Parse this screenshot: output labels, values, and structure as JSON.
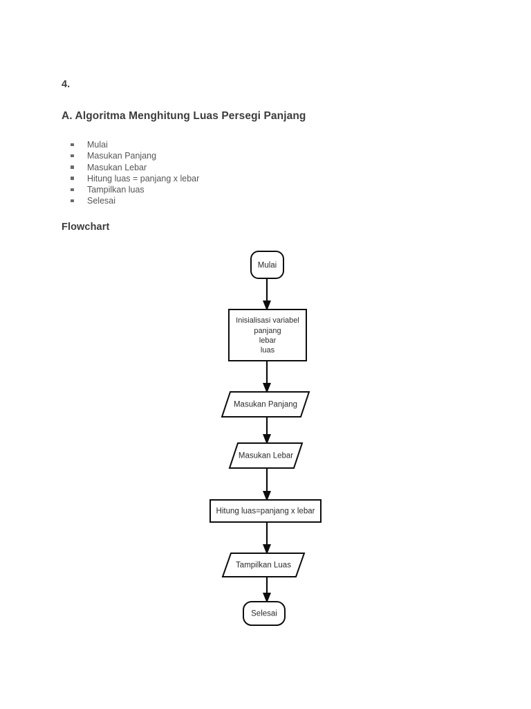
{
  "document": {
    "number": "4.",
    "section_title": "A. Algoritma Menghitung Luas Persegi Panjang",
    "algorithm_steps": [
      "Mulai",
      "Masukan Panjang",
      "Masukan Lebar",
      "Hitung luas = panjang x lebar",
      "Tampilkan luas",
      "Selesai"
    ],
    "flowchart_heading": "Flowchart"
  },
  "flowchart": {
    "nodes": [
      {
        "id": "start",
        "type": "terminator",
        "label": "Mulai"
      },
      {
        "id": "init",
        "type": "process",
        "label_lines": [
          "Inisialisasi variabel",
          "panjang",
          "lebar",
          "luas"
        ]
      },
      {
        "id": "input1",
        "type": "input",
        "label": "Masukan Panjang"
      },
      {
        "id": "input2",
        "type": "input",
        "label": "Masukan Lebar"
      },
      {
        "id": "compute",
        "type": "process",
        "label": "Hitung luas=panjang x lebar"
      },
      {
        "id": "output",
        "type": "output",
        "label": "Tampilkan Luas"
      },
      {
        "id": "end",
        "type": "terminator",
        "label": "Selesai"
      }
    ],
    "edges": [
      {
        "from": "start",
        "to": "init"
      },
      {
        "from": "init",
        "to": "input1"
      },
      {
        "from": "input1",
        "to": "input2"
      },
      {
        "from": "input2",
        "to": "compute"
      },
      {
        "from": "compute",
        "to": "output"
      },
      {
        "from": "output",
        "to": "end"
      }
    ],
    "init_lines": {
      "line1": "Inisialisasi variabel",
      "line2": "panjang",
      "line3": "lebar",
      "line4": "luas"
    }
  },
  "colors": {
    "page_background": "#ffffff",
    "heading_text": "#3c3c3c",
    "body_text": "#555555",
    "shape_stroke": "#0d0d0d",
    "shape_fill": "#ffffff",
    "node_text": "#2b2b2b"
  }
}
